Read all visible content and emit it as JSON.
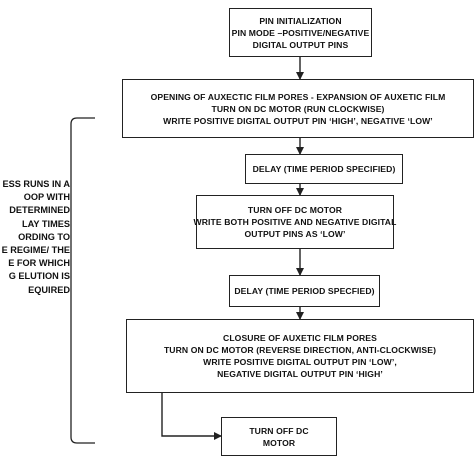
{
  "flowchart": {
    "steps": {
      "init": [
        "PIN INITIALIZATION",
        "PIN MODE –POSITIVE/NEGATIVE",
        "DIGITAL OUTPUT  PINS"
      ],
      "open": [
        "OPENING OF AUXECTIC FILM PORES - EXPANSION OF AUXETIC FILM",
        "TURN ON DC MOTOR  (RUN CLOCKWISE)",
        "WRITE POSITIVE DIGITAL OUTPUT PIN ‘HIGH’, NEGATIVE ‘LOW’"
      ],
      "delay1": [
        "DELAY (TIME PERIOD SPECIFIED)"
      ],
      "off1": [
        "TURN OFF DC MOTOR",
        "WRITE BOTH POSITIVE AND NEGATIVE DIGITAL",
        "OUTPUT PINS AS ‘LOW’"
      ],
      "delay2": [
        "DELAY (TIME PERIOD SPECFIED)"
      ],
      "close": [
        "CLOSURE OF AUXETIC FILM PORES",
        "TURN ON DC MOTOR (REVERSE DIRECTION,  ANTI-CLOCKWISE)",
        "WRITE POSITIVE DIGITAL OUTPUT PIN ‘LOW’,",
        "NEGATIVE DIGITAL OUTPUT PIN ‘HIGH’"
      ],
      "off2": [
        "TURN OFF DC",
        "MOTOR"
      ]
    },
    "loop_note": [
      "ESS RUNS IN A",
      "OOP WITH",
      "DETERMINED",
      "LAY TIMES",
      "ORDING TO",
      "E REGIME/ THE",
      "E FOR WHICH",
      "G ELUTION IS",
      "EQUIRED"
    ]
  }
}
